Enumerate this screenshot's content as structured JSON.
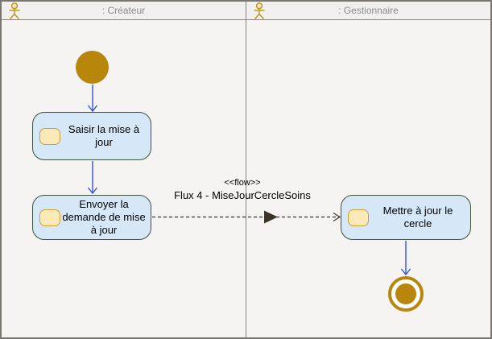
{
  "lanes": [
    {
      "title": ": Créateur"
    },
    {
      "title": ": Gestionnaire"
    }
  ],
  "activities": [
    {
      "label": "Saisir la mise à jour"
    },
    {
      "label": "Envoyer la demande de mise à jour"
    },
    {
      "label": "Mettre à jour le cercle"
    }
  ],
  "flow": {
    "stereotype": "<<flow>>",
    "label": "Flux 4 - MiseJourCercleSoins"
  },
  "colors": {
    "node_gold": "#B8860B",
    "activity_fill": "#D6E7F8",
    "activity_border": "#41523B",
    "activity_icon_fill": "#FBE9B8",
    "activity_icon_border": "#C9A232",
    "arrow_blue": "#3355CC",
    "flow_line_dark": "#3B3529",
    "lane_header_bg": "#F1F0EE",
    "lane_title_color": "#8C8C8C",
    "canvas_bg": "#F5F4F3",
    "frame_border": "#7B7670"
  }
}
